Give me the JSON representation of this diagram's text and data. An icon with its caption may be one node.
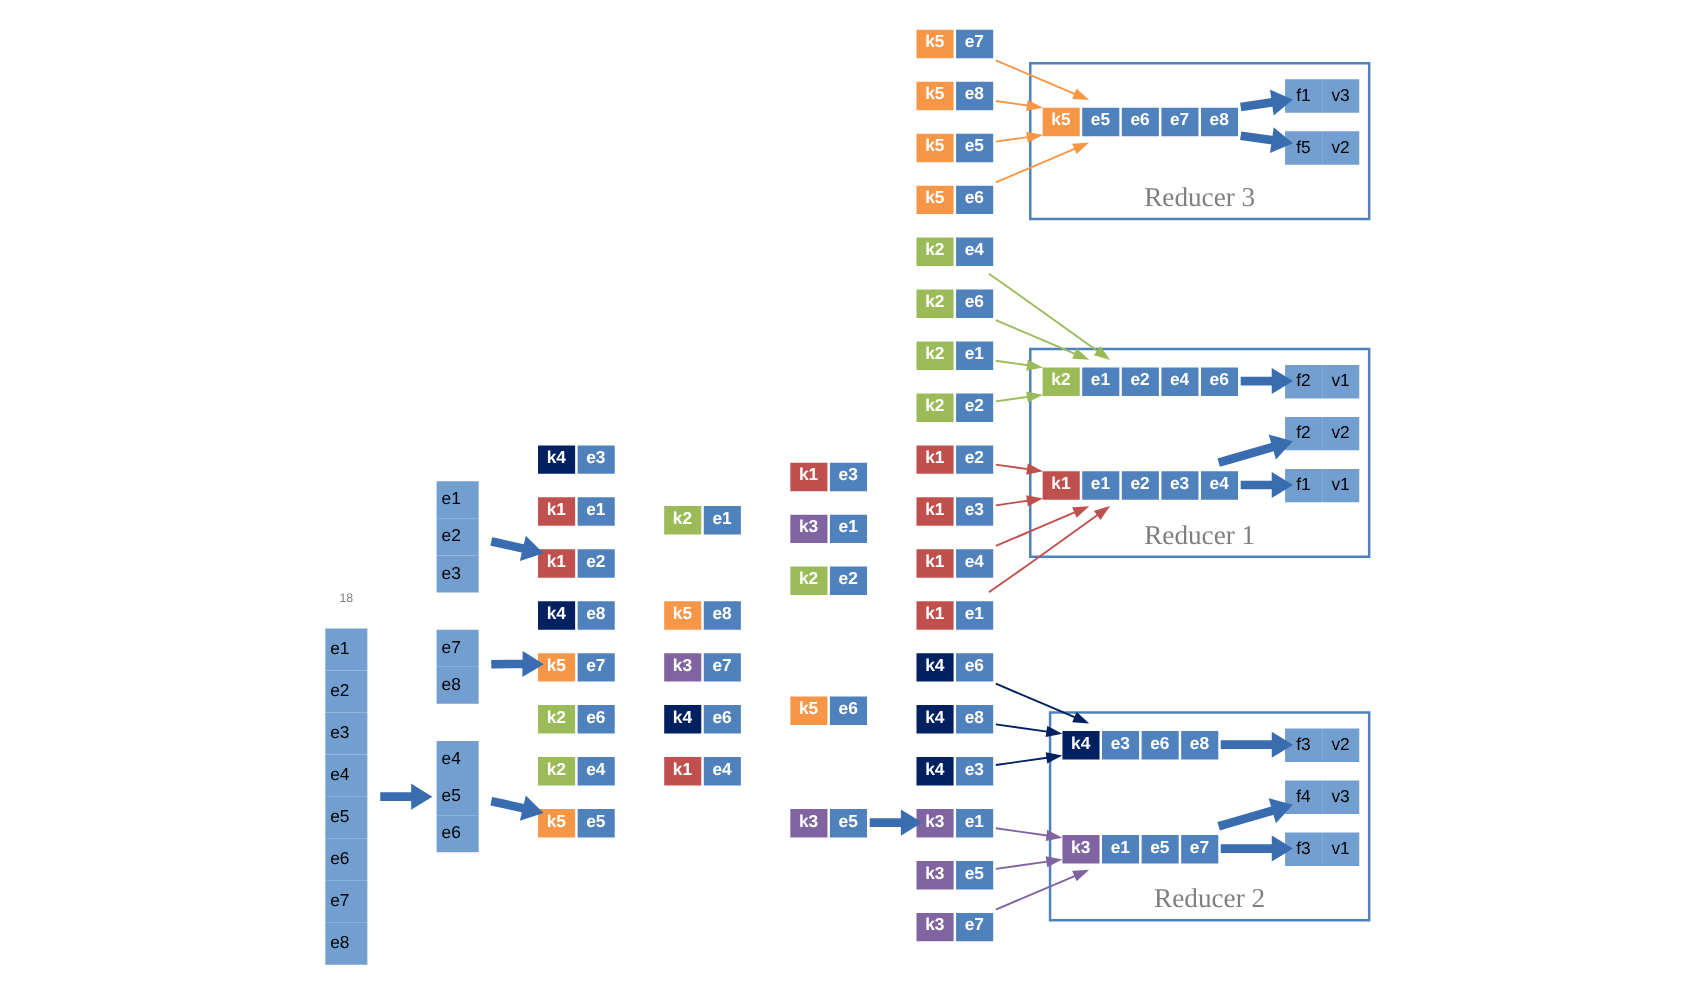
{
  "diagram": {
    "nodes": [
      {
        "text": [
          "e1",
          "e2",
          "e3",
          "e4",
          "e5",
          "e6",
          "e7",
          "e8"
        ]
      },
      {
        "text": [
          "e1",
          "e2",
          "e3"
        ]
      },
      {
        "text": [
          "e4",
          "e5",
          "e6"
        ]
      },
      {
        "text": [
          "e7",
          "e8"
        ]
      },
      {
        "text": [
          "k1",
          "e1"
        ]
      },
      {
        "text": [
          "k2",
          "e1"
        ]
      },
      {
        "text": [
          "k3",
          "e1"
        ]
      },
      {
        "text": [
          "k1",
          "e2"
        ]
      },
      {
        "text": [
          "k2",
          "e2"
        ]
      },
      {
        "text": [
          "k4",
          "e3"
        ]
      },
      {
        "text": [
          "k1",
          "e3"
        ]
      },
      {
        "text": [
          "k2",
          "e4"
        ]
      },
      {
        "text": [
          "k1",
          "e4"
        ]
      },
      {
        "text": [
          "k5",
          "e5"
        ]
      },
      {
        "text": [
          "k3",
          "e5"
        ]
      },
      {
        "text": [
          "k2",
          "e6"
        ]
      },
      {
        "text": [
          "k4",
          "e6"
        ]
      },
      {
        "text": [
          "k5",
          "e6"
        ]
      },
      {
        "text": [
          "k5",
          "e7"
        ]
      },
      {
        "text": [
          "k3",
          "e7"
        ]
      },
      {
        "text": [
          "k4",
          "e8"
        ]
      },
      {
        "text": [
          "k5",
          "e8"
        ]
      },
      {
        "text": [
          "k1",
          "e1"
        ]
      },
      {
        "text": [
          "k1",
          "e2"
        ]
      },
      {
        "text": [
          "k1",
          "e3"
        ]
      },
      {
        "text": [
          "k1",
          "e4"
        ]
      },
      {
        "text": [
          "k2",
          "e1"
        ]
      },
      {
        "text": [
          "k2",
          "e2"
        ]
      },
      {
        "text": [
          "k2",
          "e4"
        ]
      },
      {
        "text": [
          "k2",
          "e6"
        ]
      },
      {
        "text": [
          "k3",
          "e1"
        ]
      },
      {
        "text": [
          "k3",
          "e5"
        ]
      },
      {
        "text": [
          "k3",
          "e7"
        ]
      },
      {
        "text": [
          "k4",
          "e3"
        ]
      },
      {
        "text": [
          "k4",
          "e6"
        ]
      },
      {
        "text": [
          "k4",
          "e8"
        ]
      },
      {
        "text": [
          "k5",
          "e5"
        ]
      },
      {
        "text": [
          "k5",
          "e6"
        ]
      },
      {
        "text": [
          "k5",
          "e7"
        ]
      },
      {
        "text": [
          "k5",
          "e8"
        ]
      },
      {
        "text": [
          "Reducer 1"
        ]
      },
      {
        "text": [
          "k1",
          "e1",
          "e2",
          "e3",
          "e4"
        ],
        "in": 40
      },
      {
        "text": [
          "f1",
          "v1"
        ],
        "in": 40
      },
      {
        "text": [
          "f2",
          "v2"
        ],
        "in": 40
      },
      {
        "text": [
          "k2",
          "e1",
          "e2",
          "e4",
          "e6"
        ],
        "in": 40
      },
      {
        "text": [
          "f2",
          "v1"
        ],
        "in": 40
      },
      {
        "text": [
          "Reducer 2"
        ]
      },
      {
        "text": [
          "k3",
          "e1",
          "e5",
          "e7"
        ],
        "in": 46
      },
      {
        "text": [
          "f3",
          "v1"
        ],
        "in": 46
      },
      {
        "text": [
          "f4",
          "v3"
        ],
        "in": 46
      },
      {
        "text": [
          "k4",
          "e3",
          "e6",
          "e8"
        ],
        "in": 46
      },
      {
        "text": [
          "f3",
          "v2"
        ],
        "in": 46
      },
      {
        "text": [
          "Reducer 3"
        ]
      },
      {
        "text": [
          "k5",
          "e5",
          "e6",
          "e7",
          "e8"
        ],
        "in": 52
      },
      {
        "text": [
          "f5",
          "v2"
        ],
        "in": 52
      },
      {
        "text": [
          "f1",
          "v3"
        ],
        "in": 52
      }
    ],
    "edges": [
      {
        "from": 0,
        "to": 2,
        "arrow": "to",
        "style": "thick"
      },
      {
        "from": 1,
        "to": 7,
        "arrow": "to",
        "style": "thick"
      },
      {
        "from": 2,
        "to": 13,
        "arrow": "to",
        "style": "thick"
      },
      {
        "from": 3,
        "to": 18,
        "arrow": "to",
        "style": "thick"
      },
      {
        "from": 14,
        "to": 30,
        "arrow": "to",
        "style": "thick"
      },
      {
        "from": 22,
        "to": 41,
        "arrow": "to",
        "color": "#c0504d"
      },
      {
        "from": 23,
        "to": 41,
        "arrow": "to",
        "color": "#c0504d"
      },
      {
        "from": 24,
        "to": 41,
        "arrow": "to",
        "color": "#c0504d"
      },
      {
        "from": 25,
        "to": 41,
        "arrow": "to",
        "color": "#c0504d"
      },
      {
        "from": 26,
        "to": 44,
        "arrow": "to",
        "color": "#9bbb59"
      },
      {
        "from": 27,
        "to": 44,
        "arrow": "to",
        "color": "#9bbb59"
      },
      {
        "from": 28,
        "to": 44,
        "arrow": "to",
        "color": "#9bbb59"
      },
      {
        "from": 29,
        "to": 44,
        "arrow": "to",
        "color": "#9bbb59"
      },
      {
        "from": 30,
        "to": 47,
        "arrow": "to",
        "color": "#8064a2"
      },
      {
        "from": 31,
        "to": 47,
        "arrow": "to",
        "color": "#8064a2"
      },
      {
        "from": 32,
        "to": 47,
        "arrow": "to",
        "color": "#8064a2"
      },
      {
        "from": 33,
        "to": 50,
        "arrow": "to",
        "color": "#002060"
      },
      {
        "from": 34,
        "to": 50,
        "arrow": "to",
        "color": "#002060"
      },
      {
        "from": 35,
        "to": 50,
        "arrow": "to",
        "color": "#002060"
      },
      {
        "from": 36,
        "to": 53,
        "arrow": "to",
        "color": "#f79646"
      },
      {
        "from": 37,
        "to": 53,
        "arrow": "to",
        "color": "#f79646"
      },
      {
        "from": 38,
        "to": 53,
        "arrow": "to",
        "color": "#f79646"
      },
      {
        "from": 39,
        "to": 53,
        "arrow": "to",
        "color": "#f79646"
      },
      {
        "from": 41,
        "to": 42,
        "arrow": "to",
        "style": "thick"
      },
      {
        "from": 41,
        "to": 43,
        "arrow": "to",
        "style": "thick"
      },
      {
        "from": 44,
        "to": 45,
        "arrow": "to",
        "style": "thick"
      },
      {
        "from": 47,
        "to": 48,
        "arrow": "to",
        "style": "thick"
      },
      {
        "from": 47,
        "to": 49,
        "arrow": "to",
        "style": "thick"
      },
      {
        "from": 50,
        "to": 51,
        "arrow": "to",
        "style": "thick"
      },
      {
        "from": 53,
        "to": 54,
        "arrow": "to",
        "style": "thick"
      },
      {
        "from": 53,
        "to": 55,
        "arrow": "to",
        "style": "thick"
      }
    ],
    "labels": [
      "18"
    ]
  }
}
